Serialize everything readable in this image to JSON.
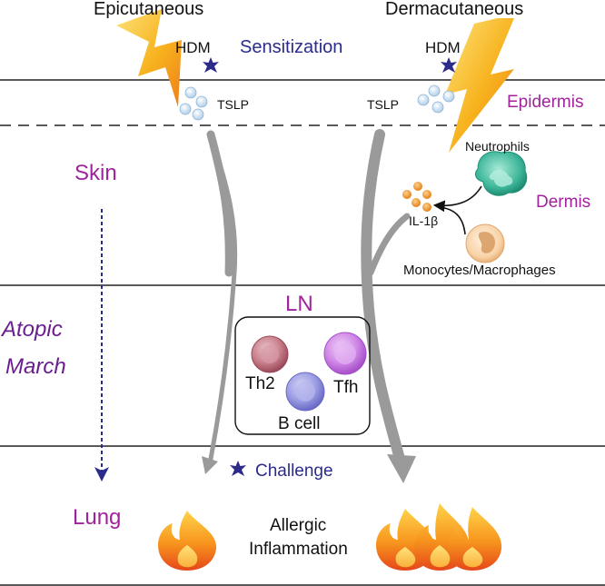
{
  "labels": {
    "epicutaneous": "Epicutaneous",
    "dermacutaneous": "Dermacutaneous",
    "hdm_left": "HDM",
    "hdm_right": "HDM",
    "sensitization": "Sensitization",
    "tslp_left": "TSLP",
    "tslp_right": "TSLP",
    "epidermis": "Epidermis",
    "skin": "Skin",
    "neutrophils": "Neutrophils",
    "dermis": "Dermis",
    "il1b": "IL-1β",
    "monocytes": "Monocytes/Macrophages",
    "ln": "LN",
    "atopic": "Atopic",
    "march": "March",
    "th2": "Th2",
    "tfh": "Tfh",
    "bcell": "B cell",
    "challenge": "Challenge",
    "lung": "Lung",
    "allergic": "Allergic",
    "inflammation": "Inflammation"
  },
  "colors": {
    "purple_label": "#a0239c",
    "navy_label": "#2b2b8c",
    "dark_purple": "#6a1e8f",
    "gray_arrow": "#9a9a9a",
    "lightning": "#f6b21b",
    "lightning_dark": "#f08a1a",
    "hdm": "#2d2a8a",
    "tslp": "#c8dff2",
    "il1b": "#f08a1a",
    "th2": "#b05a6a",
    "tfh": "#b45ad0",
    "bcell": "#7a7ad0",
    "neutrophil": "#3fb79a",
    "monocyte": "#f5c99a"
  }
}
